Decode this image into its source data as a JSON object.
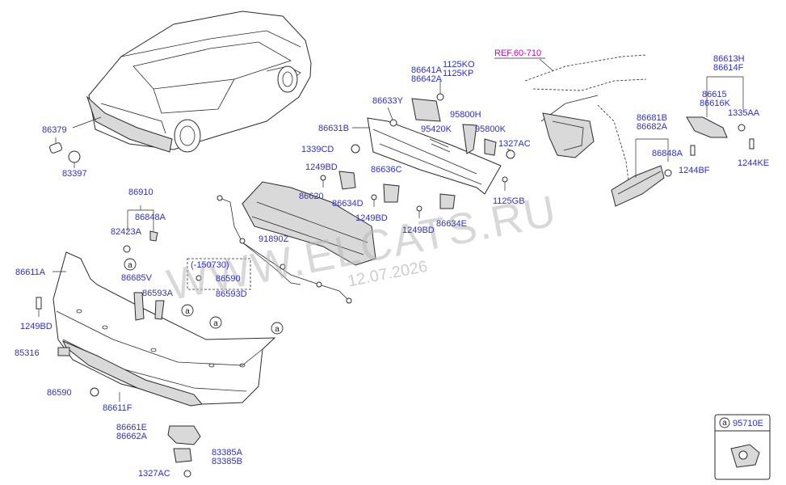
{
  "reference": "REF.60-710",
  "watermark": "WWW.ELCATS.RU",
  "watermark_date": "12.07.2026",
  "callout_letter": "a",
  "legend_part": "95710E",
  "range_note": "(-150730)",
  "labels": {
    "p86379": "86379",
    "p83397": "83397",
    "p86641A": "86641A",
    "p86642A": "86642A",
    "p1125KO": "1125KO",
    "p1125KP": "1125KP",
    "p86633Y": "86633Y",
    "p95800H": "95800H",
    "p95420K": "95420K",
    "p95800K": "95800K",
    "p86631B": "86631B",
    "p1327AC_top": "1327AC",
    "p1339CD": "1339CD",
    "p1249BD_a": "1249BD",
    "p86636C": "86636C",
    "p86620": "86620",
    "p86634D": "86634D",
    "p1125GB": "1125GB",
    "p1249BD_b": "1249BD",
    "p86634E": "86634E",
    "p1249BD_c": "1249BD",
    "p91890Z": "91890Z",
    "p86910": "86910",
    "p86848A_l": "86848A",
    "p82423A": "82423A",
    "p86611A": "86611A",
    "p86590_a": "86590",
    "p86685V": "86685V",
    "p86593A": "86593A",
    "p86593D": "86593D",
    "p1249BD_d": "1249BD",
    "p85316": "85316",
    "p86590_b": "86590",
    "p86611F": "86611F",
    "p86661E": "86661E",
    "p86662A": "86662A",
    "p83385A": "83385A",
    "p83385B": "83385B",
    "p1327AC_bot": "1327AC",
    "p86613H": "86613H",
    "p86614F": "86614F",
    "p86615": "86615",
    "p86616K": "86616K",
    "p1335AA": "1335AA",
    "p86681B": "86681B",
    "p86682A": "86682A",
    "p86848A_r": "86848A",
    "p1244BF": "1244BF",
    "p1244KE": "1244KE"
  }
}
